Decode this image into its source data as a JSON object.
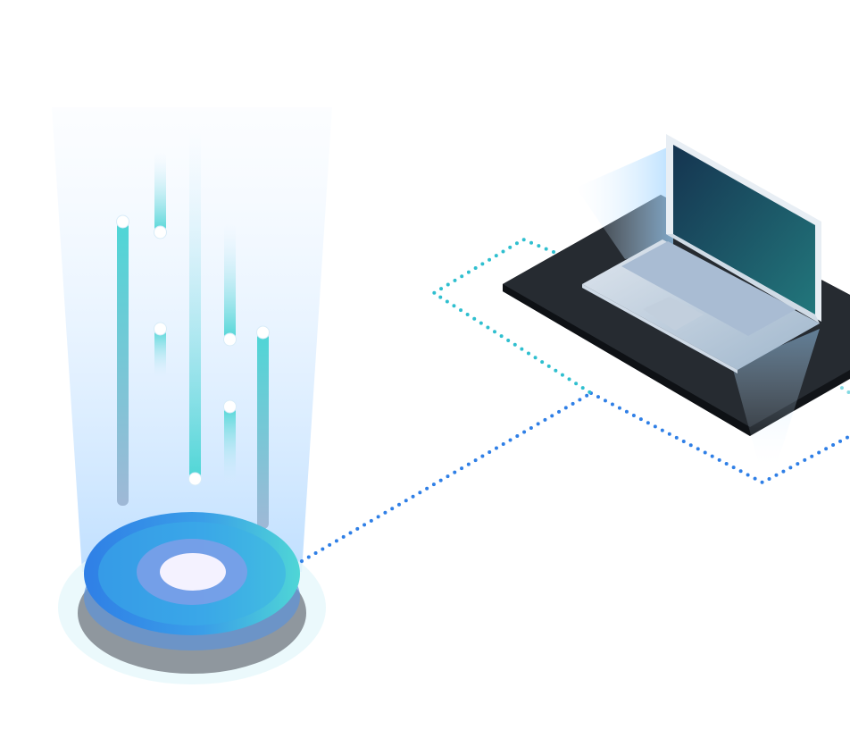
{
  "scene": {
    "background": "#ffffff",
    "description_elements": [
      "light-beam",
      "rising-data-streams",
      "beacon-disc",
      "dotted-link",
      "laptop-platform",
      "laptop"
    ]
  },
  "colors": {
    "teal": "#4fd6d6",
    "blue": "#2f7fe6",
    "sky": "#9fd4ff",
    "pale_sky": "#dceeff",
    "navy": "#17384f",
    "dark_slate": "#23282f",
    "screen_teal": "#22777c",
    "keyboard": "#a9bcd3",
    "disc_grey": "#8f979e",
    "disc_center": "#f4f2ff"
  },
  "icons": {
    "beacon": "wireless-beacon-icon",
    "laptop": "laptop-icon"
  }
}
